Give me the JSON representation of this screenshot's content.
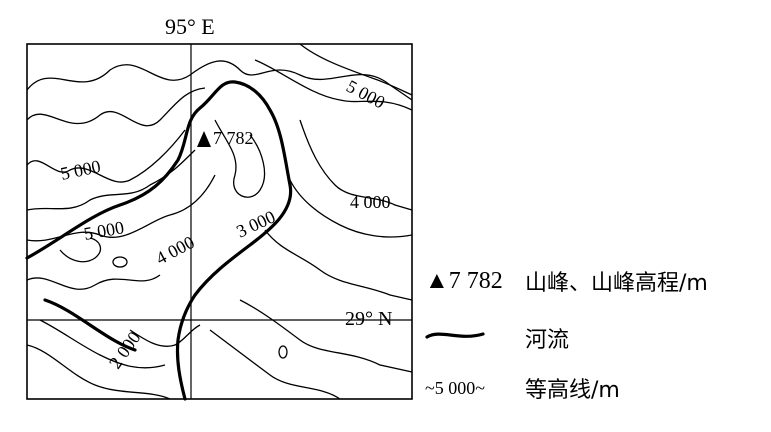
{
  "map": {
    "longitude_label": "95° E",
    "latitude_label": "29° N",
    "peak_label": "7 782",
    "contour_labels": [
      "5 000",
      "5 000",
      "5 000",
      "4 000",
      "4 000",
      "3 000",
      "2 000"
    ]
  },
  "legend": {
    "items": [
      {
        "symbol": "▲7 782",
        "label": "山峰、山峰高程/m",
        "icon": "peak-triangle-icon"
      },
      {
        "symbol": "",
        "label": "河流",
        "icon": "river-line-icon"
      },
      {
        "symbol": "5 000",
        "label": "等高线/m",
        "icon": "contour-line-icon"
      }
    ]
  },
  "colors": {
    "ink": "#000000",
    "paper": "#ffffff"
  }
}
